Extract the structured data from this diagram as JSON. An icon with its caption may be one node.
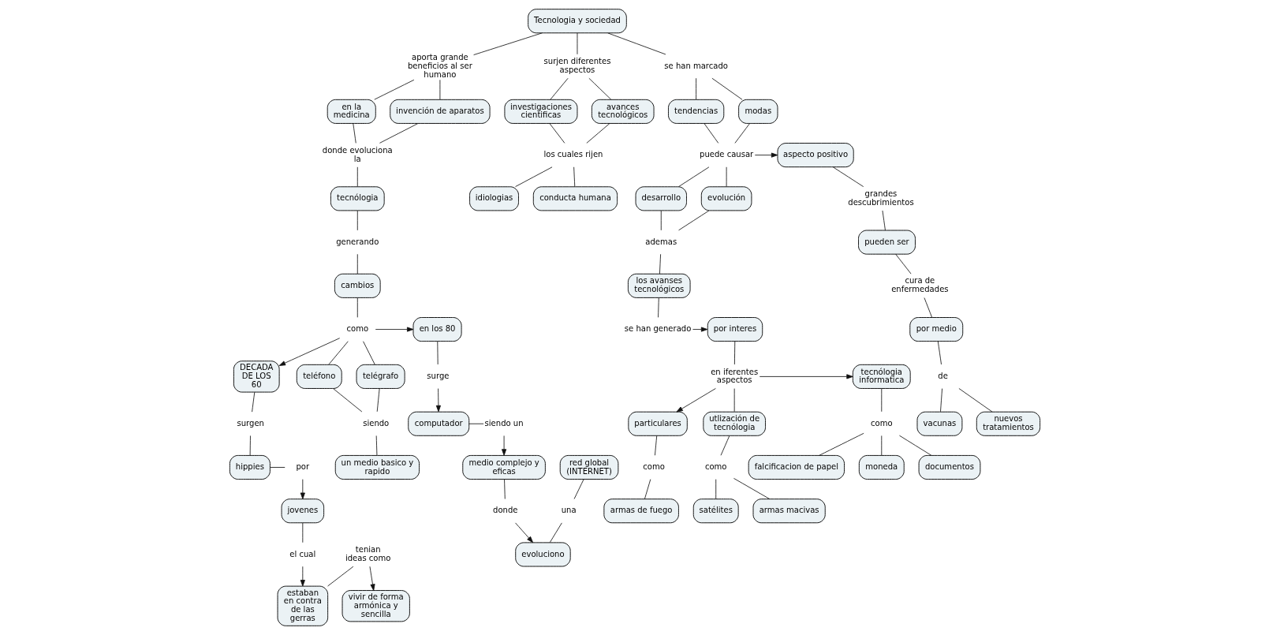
{
  "diagram": {
    "nodes": [
      {
        "text": [
          "Tecnologia y sociedad"
        ]
      },
      {
        "text": [
          "aporta grande beneficios al ser humano"
        ]
      },
      {
        "text": [
          "en la medicina"
        ]
      },
      {
        "text": [
          "invención de aparatos"
        ]
      },
      {
        "text": [
          "donde evoluciona la"
        ]
      },
      {
        "text": [
          "tecnólogia"
        ]
      },
      {
        "text": [
          "generando"
        ]
      },
      {
        "text": [
          "cambios"
        ]
      },
      {
        "text": [
          "como"
        ]
      },
      {
        "text": [
          "en los 80"
        ]
      },
      {
        "text": [
          "surge"
        ]
      },
      {
        "text": [
          "computador"
        ]
      },
      {
        "text": [
          "siendo un"
        ]
      },
      {
        "text": [
          "medio complejo y eficas"
        ]
      },
      {
        "text": [
          "donde"
        ]
      },
      {
        "text": [
          "evoluciono"
        ]
      },
      {
        "text": [
          "una"
        ]
      },
      {
        "text": [
          "red global (INTERNET)"
        ]
      },
      {
        "text": [
          "DECADA DE LOS 60"
        ]
      },
      {
        "text": [
          "surgen"
        ]
      },
      {
        "text": [
          "hippies"
        ]
      },
      {
        "text": [
          "por"
        ]
      },
      {
        "text": [
          "jovenes"
        ]
      },
      {
        "text": [
          "el cual"
        ]
      },
      {
        "text": [
          "estaban en contra de las gerras"
        ]
      },
      {
        "text": [
          "tenian ideas como"
        ]
      },
      {
        "text": [
          "vivir de forma armónica y sencilla"
        ]
      },
      {
        "text": [
          "teléfono"
        ]
      },
      {
        "text": [
          "telégrafo"
        ]
      },
      {
        "text": [
          "siendo"
        ]
      },
      {
        "text": [
          "un medio basico y rapido"
        ]
      },
      {
        "text": [
          "surjen diferentes aspectos"
        ]
      },
      {
        "text": [
          "investigaciones cientificas"
        ]
      },
      {
        "text": [
          "avances tecnológicos"
        ]
      },
      {
        "text": [
          "los cuales rijen"
        ]
      },
      {
        "text": [
          "idiologias"
        ]
      },
      {
        "text": [
          "conducta humana"
        ]
      },
      {
        "text": [
          "se han marcado"
        ]
      },
      {
        "text": [
          "tendencias"
        ]
      },
      {
        "text": [
          "modas"
        ]
      },
      {
        "text": [
          "puede causar"
        ]
      },
      {
        "text": [
          "desarrollo"
        ]
      },
      {
        "text": [
          "evolución"
        ]
      },
      {
        "text": [
          "ademas"
        ]
      },
      {
        "text": [
          "los avanses tecnológicos"
        ]
      },
      {
        "text": [
          "se han generado"
        ]
      },
      {
        "text": [
          "por interes"
        ]
      },
      {
        "text": [
          "en iferentes aspectos"
        ]
      },
      {
        "text": [
          "particulares"
        ]
      },
      {
        "text": [
          "como"
        ]
      },
      {
        "text": [
          "armas de fuego"
        ]
      },
      {
        "text": [
          "utlización de tecnólogia"
        ]
      },
      {
        "text": [
          "como"
        ]
      },
      {
        "text": [
          "satélites"
        ]
      },
      {
        "text": [
          "armas macivas"
        ]
      },
      {
        "text": [
          "tecnólogia informatica"
        ]
      },
      {
        "text": [
          "como"
        ]
      },
      {
        "text": [
          "falcificacion de papel"
        ]
      },
      {
        "text": [
          "moneda"
        ]
      },
      {
        "text": [
          "documentos"
        ]
      },
      {
        "text": [
          "aspecto positivo"
        ]
      },
      {
        "text": [
          "grandes descubrimientos"
        ]
      },
      {
        "text": [
          "pueden ser"
        ]
      },
      {
        "text": [
          "cura de enfermedades"
        ]
      },
      {
        "text": [
          "por medio"
        ]
      },
      {
        "text": [
          "de"
        ]
      },
      {
        "text": [
          "vacunas"
        ]
      },
      {
        "text": [
          "nuevos tratamientos"
        ]
      }
    ],
    "edges": [
      {
        "from": 0,
        "to": 1,
        "arrow": "none"
      },
      {
        "from": 1,
        "to": 2,
        "arrow": "none"
      },
      {
        "from": 1,
        "to": 3,
        "arrow": "none"
      },
      {
        "from": 2,
        "to": 4,
        "arrow": "none"
      },
      {
        "from": 3,
        "to": 4,
        "arrow": "none"
      },
      {
        "from": 4,
        "to": 5,
        "arrow": "none"
      },
      {
        "from": 5,
        "to": 6,
        "arrow": "none"
      },
      {
        "from": 6,
        "to": 7,
        "arrow": "none"
      },
      {
        "from": 7,
        "to": 8,
        "arrow": "none"
      },
      {
        "from": 8,
        "to": 9,
        "arrow": "to"
      },
      {
        "from": 8,
        "to": 18,
        "arrow": "to"
      },
      {
        "from": 8,
        "to": 27,
        "arrow": "none"
      },
      {
        "from": 8,
        "to": 28,
        "arrow": "none"
      },
      {
        "from": 9,
        "to": 10,
        "arrow": "none"
      },
      {
        "from": 10,
        "to": 11,
        "arrow": "to"
      },
      {
        "from": 11,
        "to": 12,
        "arrow": "none"
      },
      {
        "from": 12,
        "to": 13,
        "arrow": "to"
      },
      {
        "from": 13,
        "to": 14,
        "arrow": "none"
      },
      {
        "from": 14,
        "to": 15,
        "arrow": "to"
      },
      {
        "from": 16,
        "to": 15,
        "arrow": "none"
      },
      {
        "from": 17,
        "to": 16,
        "arrow": "none"
      },
      {
        "from": 18,
        "to": 19,
        "arrow": "none"
      },
      {
        "from": 19,
        "to": 20,
        "arrow": "none"
      },
      {
        "from": 20,
        "to": 21,
        "arrow": "none"
      },
      {
        "from": 21,
        "to": 22,
        "arrow": "to"
      },
      {
        "from": 22,
        "to": 23,
        "arrow": "none"
      },
      {
        "from": 23,
        "to": 24,
        "arrow": "to"
      },
      {
        "from": 25,
        "to": 24,
        "arrow": "none"
      },
      {
        "from": 25,
        "to": 26,
        "arrow": "to"
      },
      {
        "from": 27,
        "to": 29,
        "arrow": "none"
      },
      {
        "from": 28,
        "to": 29,
        "arrow": "none"
      },
      {
        "from": 29,
        "to": 30,
        "arrow": "none"
      },
      {
        "from": 0,
        "to": 31,
        "arrow": "none"
      },
      {
        "from": 31,
        "to": 32,
        "arrow": "none"
      },
      {
        "from": 31,
        "to": 33,
        "arrow": "none"
      },
      {
        "from": 32,
        "to": 34,
        "arrow": "none"
      },
      {
        "from": 33,
        "to": 34,
        "arrow": "none"
      },
      {
        "from": 34,
        "to": 35,
        "arrow": "none"
      },
      {
        "from": 34,
        "to": 36,
        "arrow": "none"
      },
      {
        "from": 0,
        "to": 37,
        "arrow": "none"
      },
      {
        "from": 37,
        "to": 38,
        "arrow": "none"
      },
      {
        "from": 37,
        "to": 39,
        "arrow": "none"
      },
      {
        "from": 38,
        "to": 40,
        "arrow": "none"
      },
      {
        "from": 39,
        "to": 40,
        "arrow": "none"
      },
      {
        "from": 40,
        "to": 60,
        "arrow": "to"
      },
      {
        "from": 40,
        "to": 41,
        "arrow": "none"
      },
      {
        "from": 40,
        "to": 42,
        "arrow": "none"
      },
      {
        "from": 41,
        "to": 43,
        "arrow": "none"
      },
      {
        "from": 42,
        "to": 43,
        "arrow": "none"
      },
      {
        "from": 43,
        "to": 44,
        "arrow": "none"
      },
      {
        "from": 44,
        "to": 45,
        "arrow": "none"
      },
      {
        "from": 45,
        "to": 46,
        "arrow": "to"
      },
      {
        "from": 46,
        "to": 47,
        "arrow": "none"
      },
      {
        "from": 47,
        "to": 48,
        "arrow": "to"
      },
      {
        "from": 47,
        "to": 51,
        "arrow": "none"
      },
      {
        "from": 47,
        "to": 55,
        "arrow": "to"
      },
      {
        "from": 48,
        "to": 49,
        "arrow": "none"
      },
      {
        "from": 49,
        "to": 50,
        "arrow": "none"
      },
      {
        "from": 51,
        "to": 52,
        "arrow": "none"
      },
      {
        "from": 52,
        "to": 53,
        "arrow": "none"
      },
      {
        "from": 52,
        "to": 54,
        "arrow": "none"
      },
      {
        "from": 55,
        "to": 56,
        "arrow": "none"
      },
      {
        "from": 56,
        "to": 57,
        "arrow": "none"
      },
      {
        "from": 56,
        "to": 58,
        "arrow": "none"
      },
      {
        "from": 56,
        "to": 59,
        "arrow": "none"
      },
      {
        "from": 60,
        "to": 61,
        "arrow": "none"
      },
      {
        "from": 61,
        "to": 62,
        "arrow": "none"
      },
      {
        "from": 62,
        "to": 63,
        "arrow": "none"
      },
      {
        "from": 63,
        "to": 64,
        "arrow": "none"
      },
      {
        "from": 64,
        "to": 65,
        "arrow": "none"
      },
      {
        "from": 65,
        "to": 66,
        "arrow": "none"
      },
      {
        "from": 65,
        "to": 67,
        "arrow": "none"
      }
    ]
  }
}
